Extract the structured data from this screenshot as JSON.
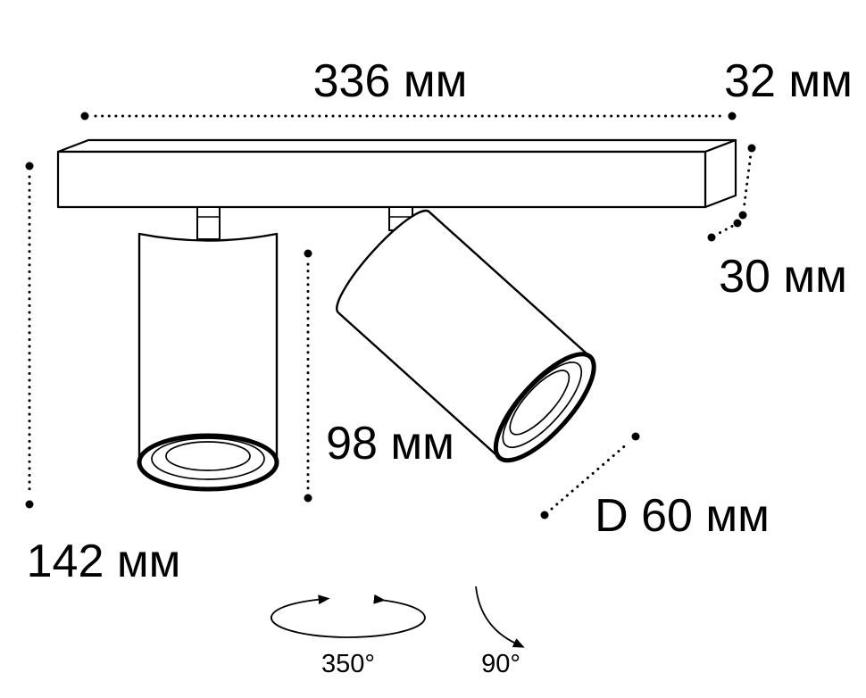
{
  "diagram": {
    "dimensions": {
      "bar_width": "336 мм",
      "bar_depth": "32 мм",
      "bar_height": "30 мм",
      "fixture_height": "142 мм",
      "spot_length": "98 мм",
      "spot_diameter": "D 60 мм"
    },
    "angles": {
      "rotation": "350°",
      "tilt": "90°"
    },
    "colors": {
      "ink": "#000000",
      "background": "#ffffff"
    }
  }
}
